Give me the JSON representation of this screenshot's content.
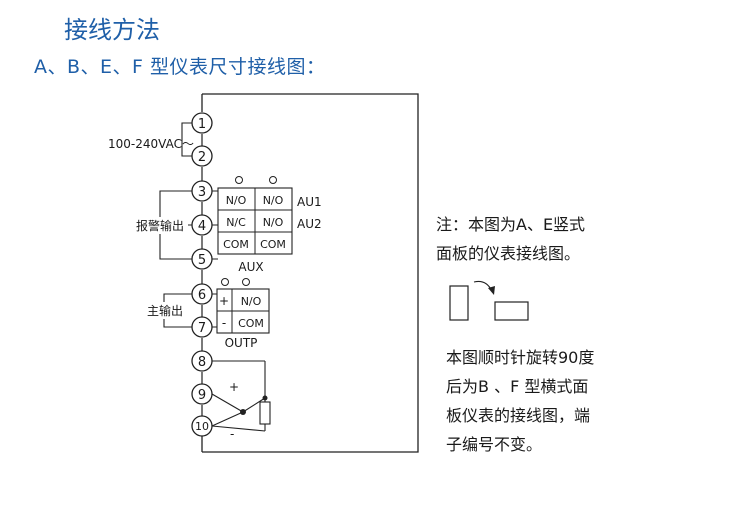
{
  "header": {
    "title": "接线方法",
    "subtitle": "A、B、E、F 型仪表尺寸接线图："
  },
  "diagram": {
    "power_label": "100-240VAC～",
    "alarm_output_label": "报警输出",
    "main_output_label": "主输出",
    "terminals": [
      "1",
      "2",
      "3",
      "4",
      "5",
      "6",
      "7",
      "8",
      "9",
      "10"
    ],
    "aux_table": {
      "rows": [
        [
          "N/O",
          "N/O"
        ],
        [
          "N/C",
          "N/O"
        ],
        [
          "COM",
          "COM"
        ]
      ],
      "channels": [
        "AU1",
        "AU2"
      ],
      "caption": "AUX"
    },
    "outp_table": {
      "rows": [
        [
          "+",
          "N/O"
        ],
        [
          "-",
          "COM"
        ]
      ],
      "caption": "OUTP"
    },
    "sensor_plus": "+",
    "sensor_minus": "-"
  },
  "notes": {
    "vertical_note": [
      "注：本图为A、E竖式",
      "面板的仪表接线图。"
    ],
    "rotation_note": [
      "本图顺时针旋转90度",
      "后为B 、F 型横式面",
      "板仪表的接线图，端",
      "子编号不变。"
    ]
  }
}
